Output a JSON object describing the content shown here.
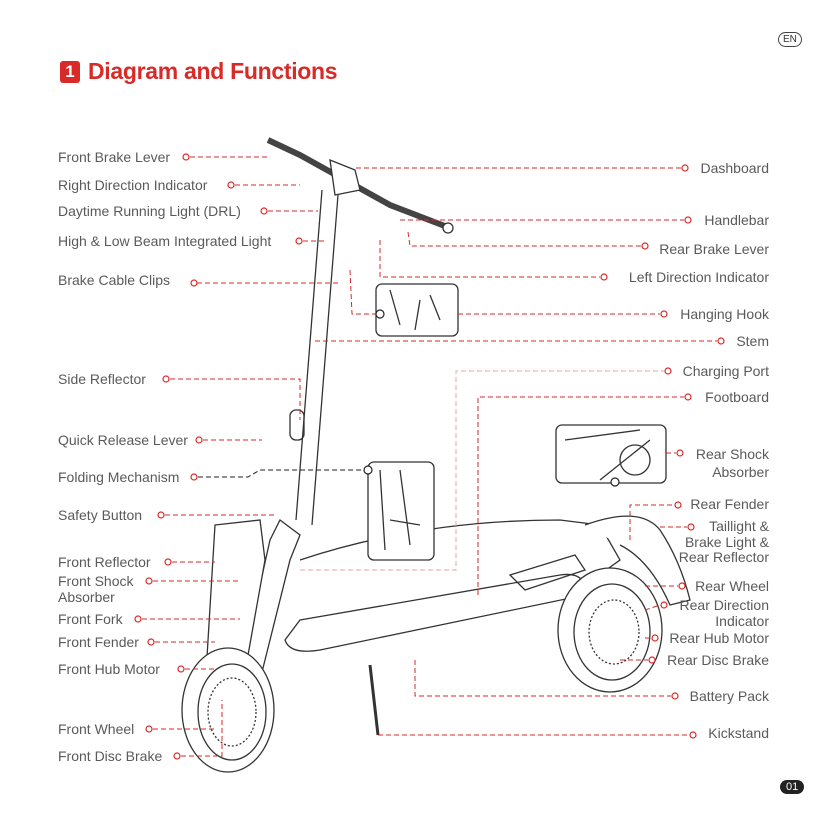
{
  "header": {
    "lang": "EN",
    "section_number": "1",
    "title": "Diagram and Functions"
  },
  "labels_left": [
    "Front Brake Lever",
    "Right Direction Indicator",
    "Daytime Running Light (DRL)",
    "High & Low Beam Integrated Light",
    "Brake Cable Clips",
    "Side Reflector",
    "Quick Release Lever",
    "Folding Mechanism",
    "Safety Button",
    "Front Reflector",
    "Front Shock Absorber",
    "Front Fork",
    "Front Fender",
    "Front Hub Motor",
    "Front Wheel",
    "Front Disc Brake"
  ],
  "labels_right": [
    "Dashboard",
    "Handlebar",
    "Rear Brake Lever",
    "Left Direction Indicator",
    "Hanging Hook",
    "Stem",
    "Charging Port",
    "Footboard",
    "Rear Shock Absorber",
    "Rear Fender",
    "Taillight & Brake Light & Rear Reflector",
    "Rear Wheel",
    "Rear Direction Indicator",
    "Rear Hub Motor",
    "Rear Disc Brake",
    "Battery Pack",
    "Kickstand"
  ],
  "footer": {
    "page": "01"
  },
  "colors": {
    "accent": "#d92a27"
  }
}
